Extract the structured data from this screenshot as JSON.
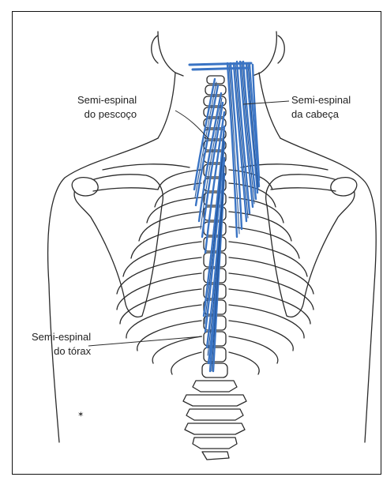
{
  "figure": {
    "labels": {
      "semispinalis_cervicis": {
        "line1": "Semi-espinal",
        "line2": "do pescoço"
      },
      "semispinalis_capitis": {
        "line1": "Semi-espinal",
        "line2": "da cabeça"
      },
      "semispinalis_thoracis": {
        "line1": "Semi-espinal",
        "line2": "do tórax"
      }
    },
    "colors": {
      "muscle": "#3a74c4",
      "muscle_dark": "#1f4e8f",
      "outline": "#222222",
      "bone_fill": "#ffffff"
    }
  }
}
